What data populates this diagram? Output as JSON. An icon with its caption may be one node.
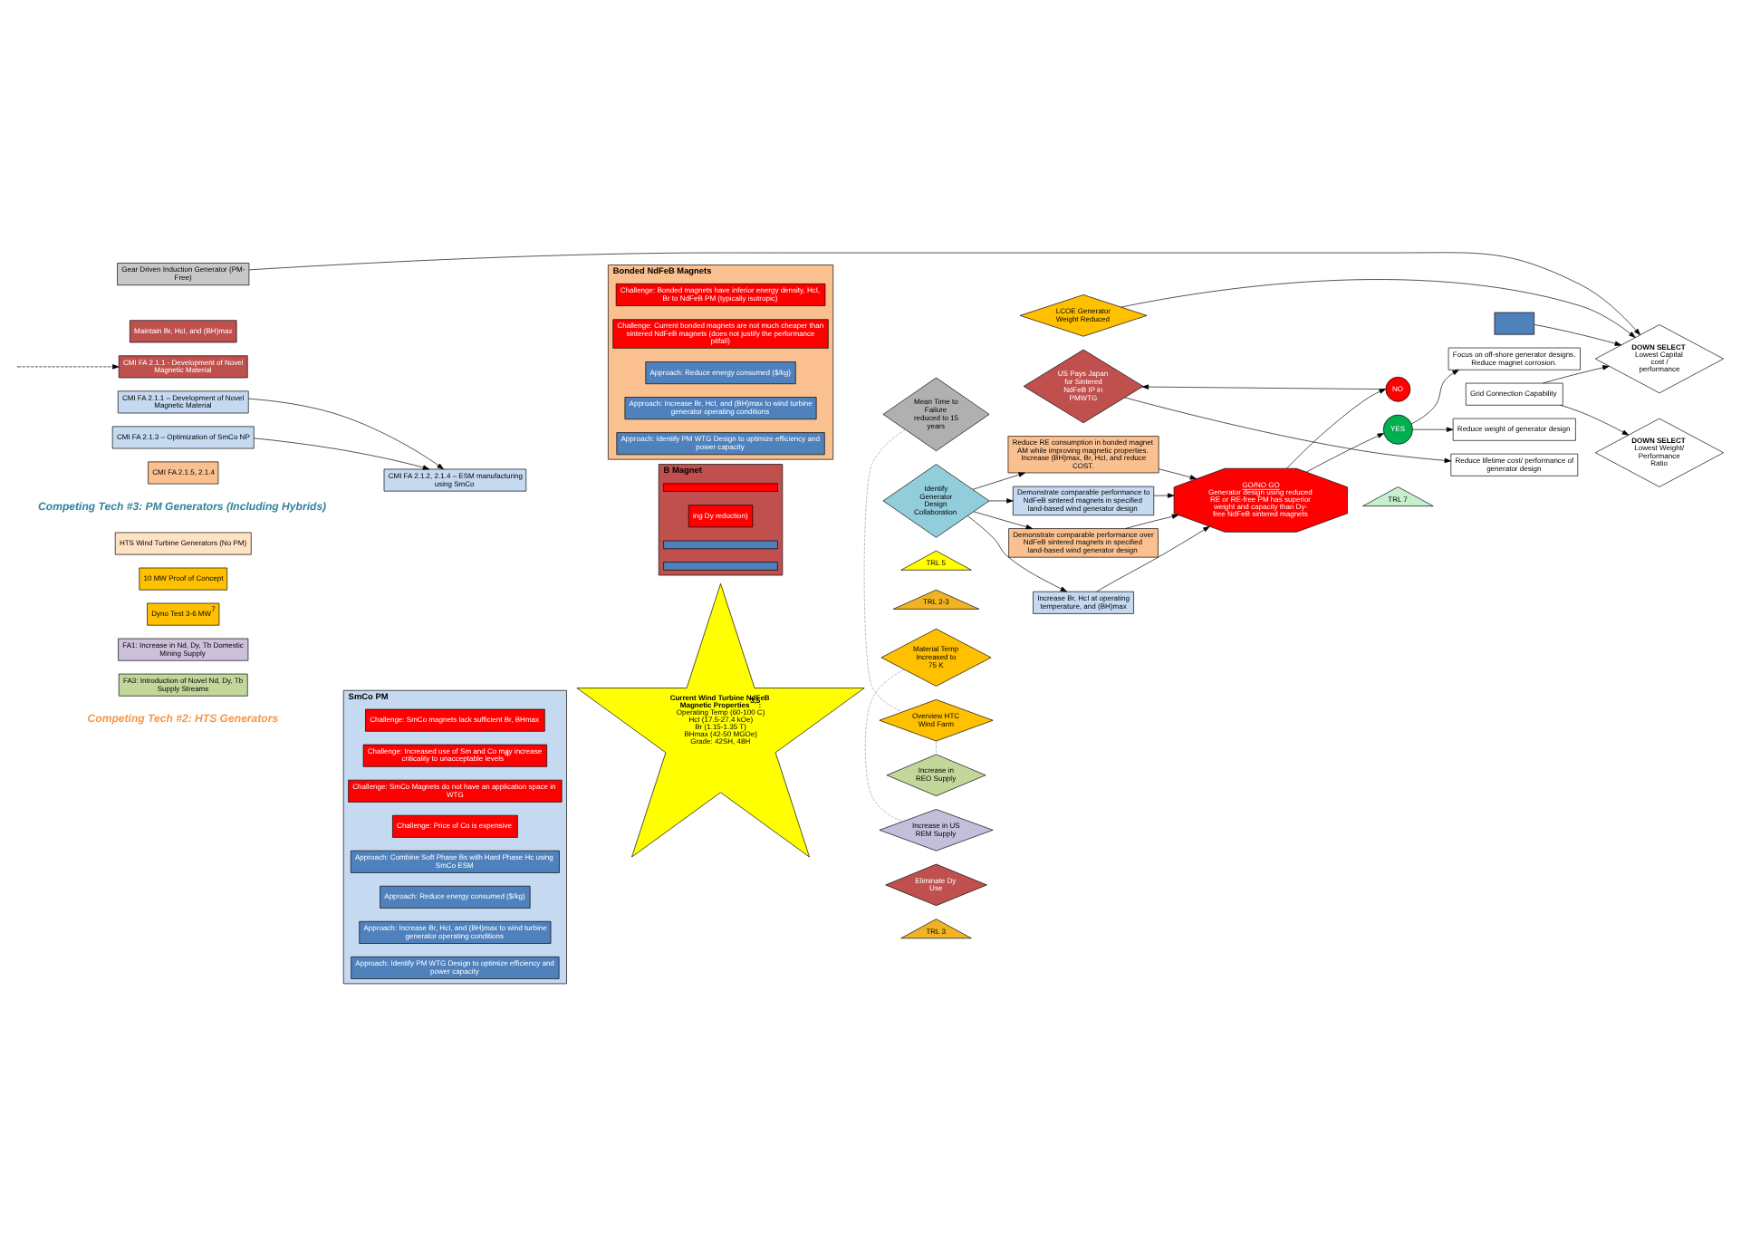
{
  "diagram": {
    "nodes": [
      {
        "text": [
          "Gear Driven Induction Generator (PM-Free)"
        ]
      },
      {
        "text": [
          "Mean Time to Failure reduced to 15 years"
        ]
      },
      {
        "text": [
          "HTS Wind Turbine Generators (No PM)"
        ]
      },
      {
        "text": [
          "10 MW Proof of Concept"
        ]
      },
      {
        "text": [
          "Dyno Test 3-6 MW$^{7}$"
        ]
      },
      {
        "text": [
          "Overview HTC Wind Farm"
        ]
      },
      {
        "text": [
          "TRL 2-3"
        ]
      },
      {
        "text": [
          "Material Temp Increased to 75 K"
        ]
      },
      {
        "text": [
          "LCOE Generator Weight Reduced"
        ]
      },
      {
        "text": [
          "FA1: Increase in Nd, Dy, Tb Domestic Mining Supply"
        ]
      },
      {
        "text": [
          "Increase in REO Supply"
        ]
      },
      {
        "text": [
          "FA3: Introduction of Novel Nd, Dy, Tb Supply Streams"
        ]
      },
      {
        "text": [
          "Maintain Br, HcI, and (BH)max"
        ]
      },
      {
        "text": [
          "Eliminate Dy Use"
        ]
      },
      {
        "text": [
          "CMI FA 2.1.1 - Development of Novel Magnetic Material"
        ]
      },
      {
        "text": [
          "Current Wind Turbine NdFeB Magnetic Properties$^{3,5}$:",
          "Operating Temp (60-100 C)",
          "HcI (17.5-27.4 kOe)",
          "Br (1.15-1.35 T)",
          "BHmax (42-50 MGOe)",
          "Grade: 42SH, 48H"
        ]
      },
      {
        "text": [
          "Increase in US REM Supply"
        ]
      },
      {
        "text": [
          "US Pays Japan for Sintered NdFeB IP in PMWTG"
        ]
      },
      {
        "text": [
          "TRL 7"
        ]
      },
      {
        "text": [
          "Reduce lifetime cost/ performance of generator design"
        ]
      },
      {
        "text": [
          "DOWN SELECT",
          "Lowest Capital cost / performance"
        ]
      },
      {
        "text": [
          "TRL 3"
        ]
      },
      {
        "text": [
          "TRL 5"
        ]
      },
      {
        "text": [
          "NO"
        ]
      },
      {
        "text": [
          "CMI FA 2.1.1 – Development of Novel Magnetic Material"
        ]
      },
      {
        "text": [
          "CMI FA 2.1.2, 2.1.4 – ESM manufacturing using SmCo"
        ]
      },
      {
        "text": [
          "CMI FA 2.1.3 – Optimization of SmCo NP"
        ]
      },
      {
        "text": [
          "Grid Connection Capability"
        ]
      },
      {
        "text": [
          "Reduce weight of generator design"
        ]
      },
      {
        "text": [
          "YES"
        ]
      },
      {
        "text": [
          "DOWN SELECT",
          "Lowest Weight/ Performance Ratio"
        ]
      },
      {
        "text": [
          "SmCo PM"
        ]
      },
      {
        "text": [
          "Challenge: SmCo magnets lack sufficient Br, BHmax"
        ],
        "in": 31
      },
      {
        "text": [
          "Challenge: Increased use of Sm and Co may increase criticality to unacceptable levels$^{4}$"
        ],
        "in": 31
      },
      {
        "text": [
          "Challenge: SmCo Magnets do not have an application space in WTG"
        ],
        "in": 31
      },
      {
        "text": [
          "Challenge: Price of Co is expensive"
        ],
        "in": 31
      },
      {
        "text": [
          "Approach: Combine Soft Phase Bs with Hard Phase Hc using SmCo ESM"
        ],
        "in": 31
      },
      {
        "text": [
          "Approach: Reduce energy consumed ($/kg)"
        ],
        "in": 31
      },
      {
        "text": [
          "Approach: Increase Br, HcI, and (BH)max to wind turbine generator operating conditions"
        ],
        "in": 31
      },
      {
        "text": [
          "Approach: Identify PM WTG Design to optimize efficiency and power capacity"
        ],
        "in": 31
      },
      {
        "text": [
          "Increase Br, HcI at operating temperature, and (BH)max"
        ]
      },
      {
        "text": [
          "Demonstrate comparable performance to NdFeB sintered magnets in specified land-based wind generator design"
        ]
      },
      {
        "text": [
          "Identify Generator Design Collaboration"
        ]
      },
      {
        "text": [
          "GO/NO GO",
          "Generator design using reduced RE or RE-free PM has superior weight and capacity than Dy-free NdFeB sintered magnets"
        ]
      },
      {
        "text": [
          "Focus on off-shore generator designs. Reduce magnet corrosion."
        ]
      },
      {
        "text": [
          "Bonded NdFeB Magnets"
        ]
      },
      {
        "text": [
          "Challenge: Bonded magnets have inferior energy density, HcI, Br to NdFeB PM (typically isotropic)"
        ],
        "in": 45
      },
      {
        "text": [
          "Challenge: Current bonded magnets are not much cheaper than sintered NdFeB magnets (does not justify the performance pitfall)"
        ],
        "in": 45
      },
      {
        "text": [
          "Approach: Reduce energy consumed ($/kg)"
        ],
        "in": 45
      },
      {
        "text": [
          "Approach: Increase Br, HcI, and (BH)max to wind turbine generator operating conditions"
        ],
        "in": 45
      },
      {
        "text": [
          "Approach: Identify PM WTG Design to optimize efficiency and power capacity"
        ],
        "in": 45
      },
      {
        "text": [
          "Demonstrate comparable performance over NdFeB sintered magnets in specified land-based wind generator design"
        ]
      },
      {
        "text": [
          "Reduce RE consumption in bonded magnet AM while improving magnetic properties. Increase (BH)max, Br, HcI, and reduce COST."
        ]
      },
      {
        "text": [
          "CMI FA 2.1.5, 2.1.4"
        ]
      },
      {
        "text": [
          "B Magnet"
        ]
      },
      {
        "text": [],
        "shape": "bar",
        "in": 54
      },
      {
        "text": [
          "ing Dy reduction)"
        ],
        "in": 54
      },
      {
        "text": [],
        "shape": "bar",
        "in": 54
      },
      {
        "text": [],
        "shape": "bar",
        "in": 54
      },
      {
        "text": [],
        "shape": "box"
      }
    ],
    "edges": [
      {
        "from": 1,
        "to": 5,
        "arrow": "none",
        "style": "dashed",
        "color": "#a0a0a0"
      },
      {
        "from": 5,
        "to": 10,
        "arrow": "none",
        "style": "dashed",
        "color": "#a0a0a0"
      },
      {
        "from": 7,
        "to": 16,
        "arrow": "none",
        "style": "dashed",
        "color": "#a0a0a0"
      },
      {
        "from": null,
        "to": 14,
        "arrow": "to",
        "style": "dashed"
      },
      {
        "from": 24,
        "to": 25,
        "arrow": "to"
      },
      {
        "from": 26,
        "to": 25,
        "arrow": "to"
      },
      {
        "from": 42,
        "to": 40,
        "arrow": "to"
      },
      {
        "from": 42,
        "to": 41,
        "arrow": "to"
      },
      {
        "from": 42,
        "to": 51,
        "arrow": "to"
      },
      {
        "from": 42,
        "to": 52,
        "arrow": "to"
      },
      {
        "from": 40,
        "to": 43,
        "arrow": "to"
      },
      {
        "from": 41,
        "to": 43,
        "arrow": "to"
      },
      {
        "from": 51,
        "to": 43,
        "arrow": "to"
      },
      {
        "from": 52,
        "to": 43,
        "arrow": "to"
      },
      {
        "from": 43,
        "to": 23,
        "arrow": "to"
      },
      {
        "from": 43,
        "to": 29,
        "arrow": "to"
      },
      {
        "from": 23,
        "to": 17,
        "arrow": "to"
      },
      {
        "from": 17,
        "to": 19,
        "arrow": "to"
      },
      {
        "from": 29,
        "to": 28,
        "arrow": "to"
      },
      {
        "from": 29,
        "to": 44,
        "arrow": "to"
      },
      {
        "from": 27,
        "to": 20,
        "arrow": "to"
      },
      {
        "from": 27,
        "to": 30,
        "arrow": "to"
      },
      {
        "from": 59,
        "to": 20,
        "arrow": "to"
      },
      {
        "from": 8,
        "to": 20,
        "arrow": "to"
      },
      {
        "from": 0,
        "to": 20,
        "arrow": "to"
      }
    ],
    "labels": [
      "Competing Tech #2: HTS Generators",
      "Competing Tech #3: PM Generators (Including Hybrids)"
    ]
  }
}
